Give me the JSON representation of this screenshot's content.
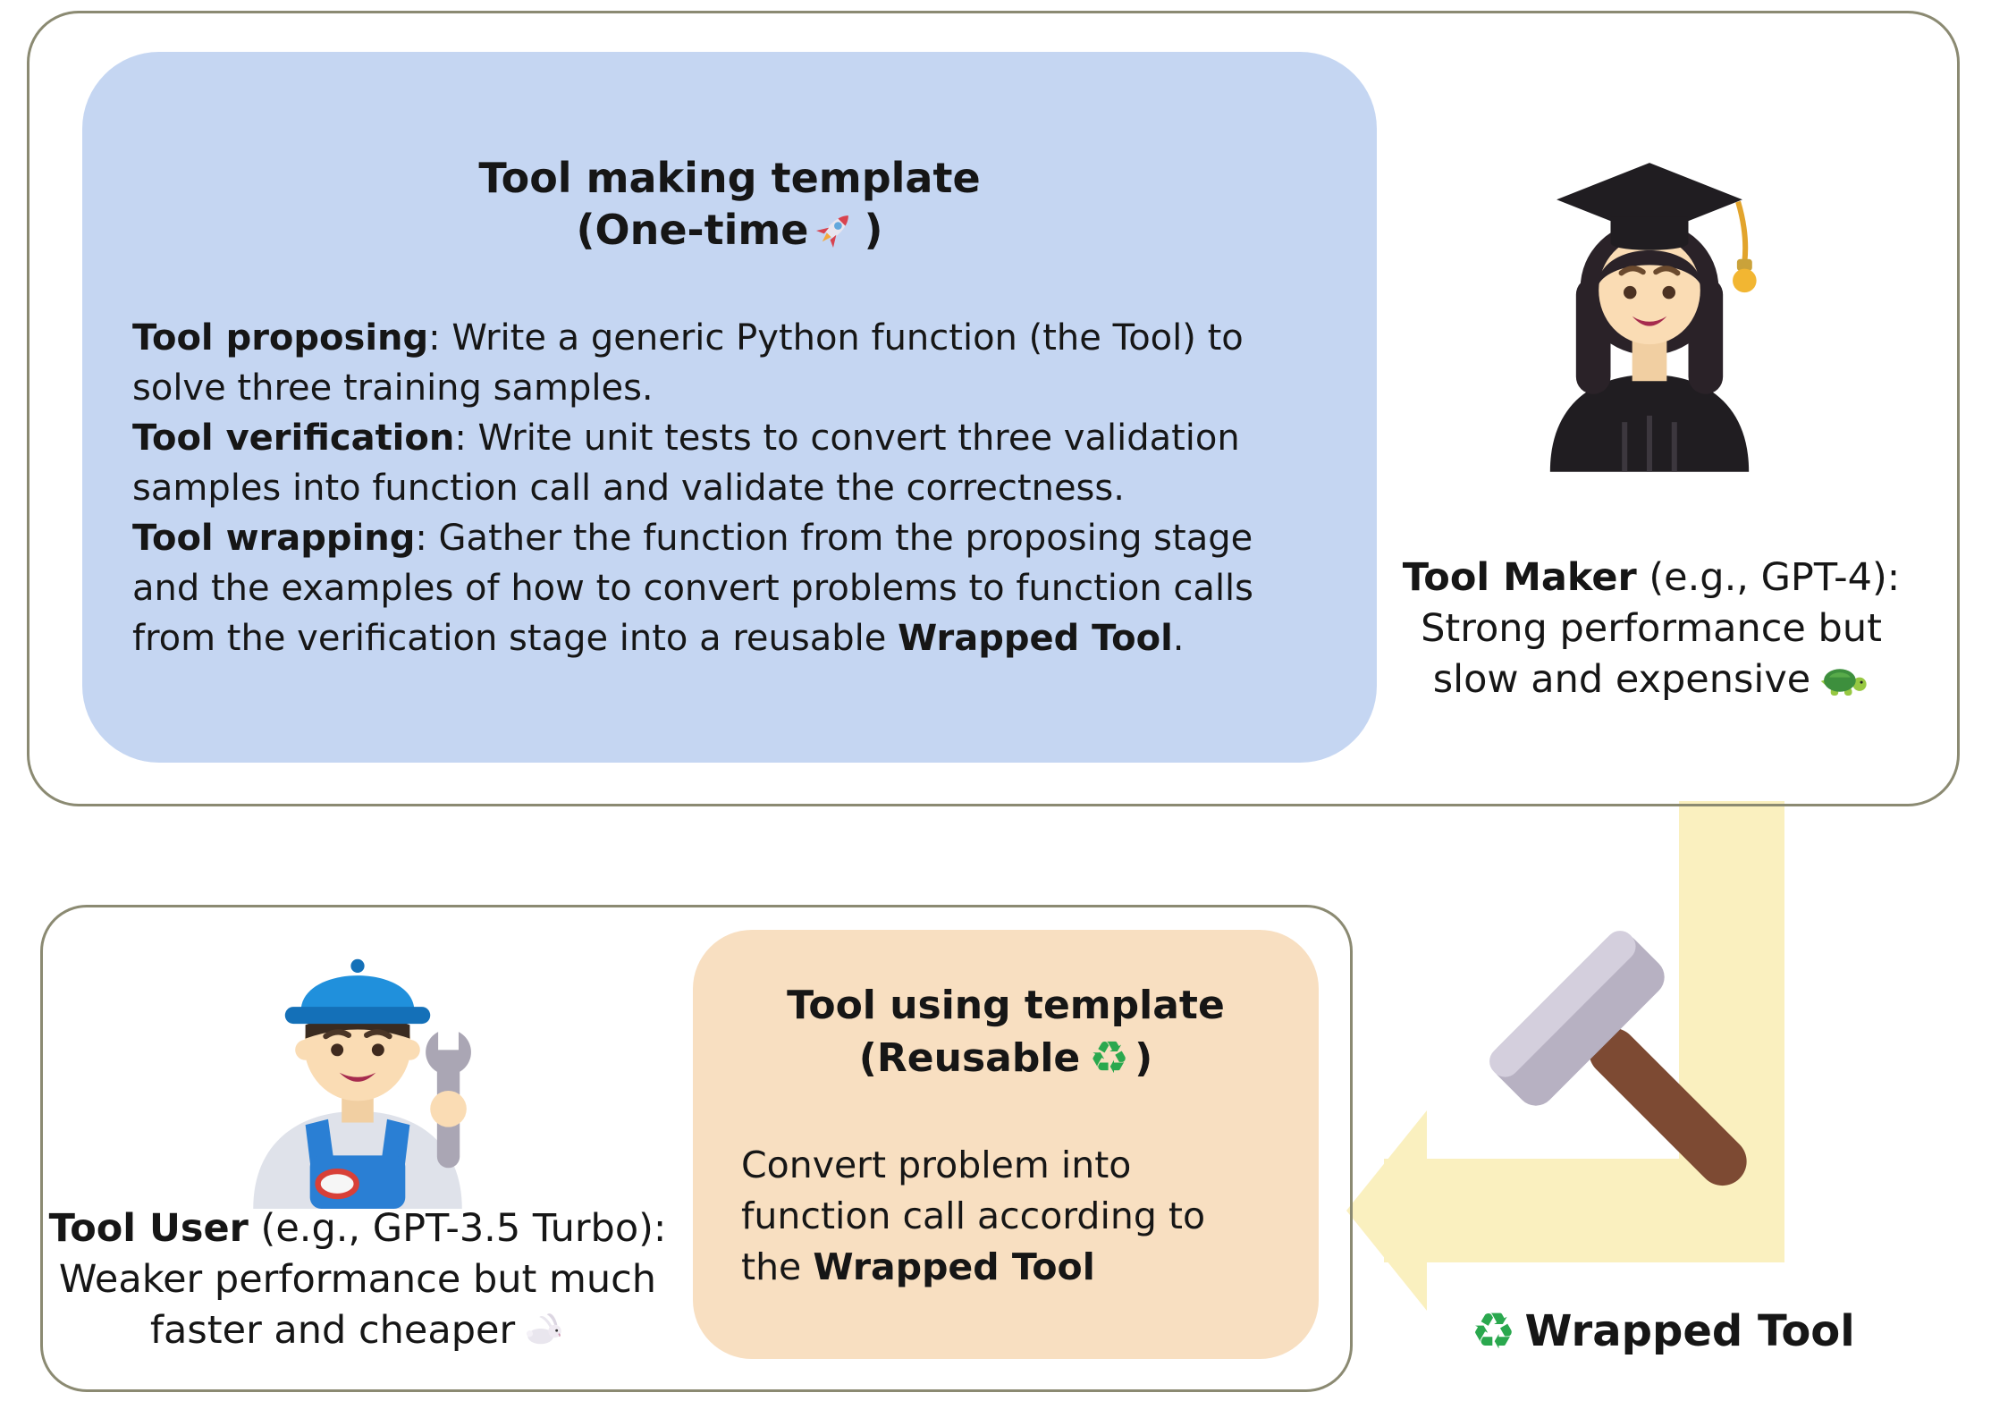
{
  "colors": {
    "panel_border": "#8b8a72",
    "blue_card_bg": "#c5d6f2",
    "orange_card_bg": "#f8dfc1",
    "arrow_yellow": "#faf0bf",
    "recycle_green": "#2aa84e",
    "text": "#161616"
  },
  "icons": {
    "rocket": "rocket-icon",
    "turtle": "turtle-icon",
    "rabbit": "rabbit-icon",
    "hammer": "hammer-icon",
    "recycle": "recycle-icon",
    "graduate_avatar": "tool-maker-graduate-avatar",
    "mechanic_avatar": "tool-user-mechanic-avatar"
  },
  "recycle_char": "♻",
  "tool_making_card": {
    "title": "Tool making template",
    "subtitle_prefix": "(One-time",
    "subtitle_suffix": ")",
    "steps": [
      {
        "label": "Tool proposing",
        "text": ": Write a generic Python function (the Tool) to solve three training samples."
      },
      {
        "label": "Tool verification",
        "text": ": Write unit tests to convert three validation samples into function call and validate the correctness."
      },
      {
        "label": "Tool wrapping",
        "text": ": Gather the function from the proposing stage and the examples of how to convert problems to function calls from the verification stage into a reusable ",
        "bold_tail": "Wrapped Tool",
        "tail": "."
      }
    ]
  },
  "tool_maker": {
    "name": "Tool Maker",
    "name_rest": " (e.g., GPT-4):",
    "line2": "Strong performance but",
    "line3": "slow and expensive"
  },
  "tool_user": {
    "name": "Tool User",
    "name_rest": " (e.g., GPT-3.5 Turbo):",
    "line2": "Weaker performance but much",
    "line3": "faster and cheaper"
  },
  "tool_using_card": {
    "title": "Tool using template",
    "subtitle_prefix": "(Reusable",
    "subtitle_suffix": ")",
    "line1": "Convert problem into",
    "line2": "function call according to",
    "line3_prefix": "the ",
    "line3_bold": "Wrapped Tool"
  },
  "wrapped_tool_label": "Wrapped Tool"
}
